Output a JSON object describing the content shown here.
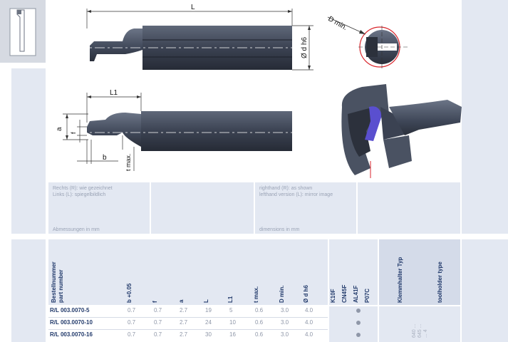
{
  "notes": {
    "de_line1": "Rechts (R): wie gezeichnet",
    "de_line2": "Links (L): spiegelbildlich",
    "de_dims": "Abmessungen in mm",
    "en_line1": "righthand (R): as shown",
    "en_line2": "lefthand version (L): mirror image",
    "en_dims": "dimensions in mm"
  },
  "drawing": {
    "L": "L",
    "d_h6": "Ø d h6",
    "d_min": "D min.",
    "L1": "L1",
    "a": "a",
    "f": "f",
    "b": "b",
    "t_max": "t max."
  },
  "table": {
    "headers": {
      "part_de": "Bestellnummer",
      "part_en": "part number",
      "b": "b +0.05",
      "f": "f",
      "a": "a",
      "L": "L",
      "L1": "L1",
      "tmax": "t max.",
      "dmin": "D min.",
      "dh6": "Ø d h6",
      "g1": "K10F",
      "g2": "CN45F",
      "g3": "AL41F",
      "g4": "P07C",
      "holder_de": "Klemmhalter Typ",
      "holder_en": "toolholder type"
    },
    "rows": [
      {
        "part": "R/L 003.0070-5",
        "b": "0.7",
        "f": "0.7",
        "a": "2.7",
        "L": "19",
        "L1": "5",
        "tmax": "0.6",
        "dmin": "3.0",
        "dh6": "4.0"
      },
      {
        "part": "R/L 003.0070-10",
        "b": "0.7",
        "f": "0.7",
        "a": "2.7",
        "L": "24",
        "L1": "10",
        "tmax": "0.6",
        "dmin": "3.0",
        "dh6": "4.0"
      },
      {
        "part": "R/L 003.0070-16",
        "b": "0.7",
        "f": "0.7",
        "a": "2.7",
        "L": "30",
        "L1": "16",
        "tmax": "0.6",
        "dmin": "3.0",
        "dh6": "4.0"
      }
    ],
    "toolholder_values": [
      "640 ...",
      "645 ...",
      "... 4"
    ]
  },
  "colors": {
    "panel": "#e3e8f2",
    "header_text": "#223a6b",
    "tool_dark": "#3f4758",
    "accent_red": "#d9262c",
    "accent_purple": "#5a4fcf"
  }
}
